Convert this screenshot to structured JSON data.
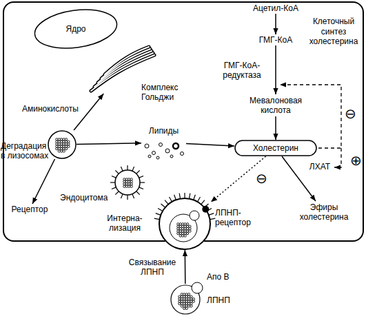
{
  "diagram": {
    "nodes": [
      {
        "text": [
          "Ацетил-КоА"
        ]
      },
      {
        "text": [
          "Ядро"
        ]
      },
      {
        "text": [
          "ГМГ-КоА"
        ]
      },
      {
        "text": [
          "Комплекс Гольджи"
        ]
      },
      {
        "text": [
          "Мевалоновая кислота"
        ]
      },
      {
        "text": [
          "Деградация в лизосомах"
        ]
      },
      {
        "text": [
          "Липиды"
        ]
      },
      {
        "text": [
          "Холестерин"
        ]
      },
      {
        "text": [
          "Эндоцитома"
        ]
      },
      {
        "text": [
          "Рецептор"
        ]
      },
      {
        "text": [
          "Эфиры холестерина"
        ]
      },
      {
        "text": [
          "Интерна- лизация"
        ]
      },
      {
        "text": [
          "Апо В",
          "ЛПНП"
        ]
      }
    ],
    "edges": [
      {
        "from": 0,
        "to": 2,
        "arrow": "to"
      },
      {
        "from": 2,
        "to": 4,
        "label": "ГМГ-КоА- редуктаза",
        "arrow": "to"
      },
      {
        "from": 4,
        "to": 7,
        "arrow": "to"
      },
      {
        "from": 5,
        "to": 3,
        "label": "Аминокислоты",
        "arrow": "to"
      },
      {
        "from": 5,
        "to": 6,
        "arrow": "to"
      },
      {
        "from": 6,
        "to": 7,
        "arrow": "to"
      },
      {
        "from": 5,
        "to": 9,
        "arrow": "to"
      },
      {
        "from": 7,
        "to": 10,
        "arrow": "to"
      },
      {
        "from": 7,
        "to": 11,
        "label": "⊖",
        "arrow": "to"
      },
      {
        "from": 12,
        "to": 11,
        "label": "Связывание ЛПНП",
        "arrow": "to"
      }
    ],
    "labels": [
      "Клеточный синтез холестерина",
      "⊖",
      "⊕",
      "ЛХАТ",
      "ЛПНП-рецептор"
    ]
  }
}
